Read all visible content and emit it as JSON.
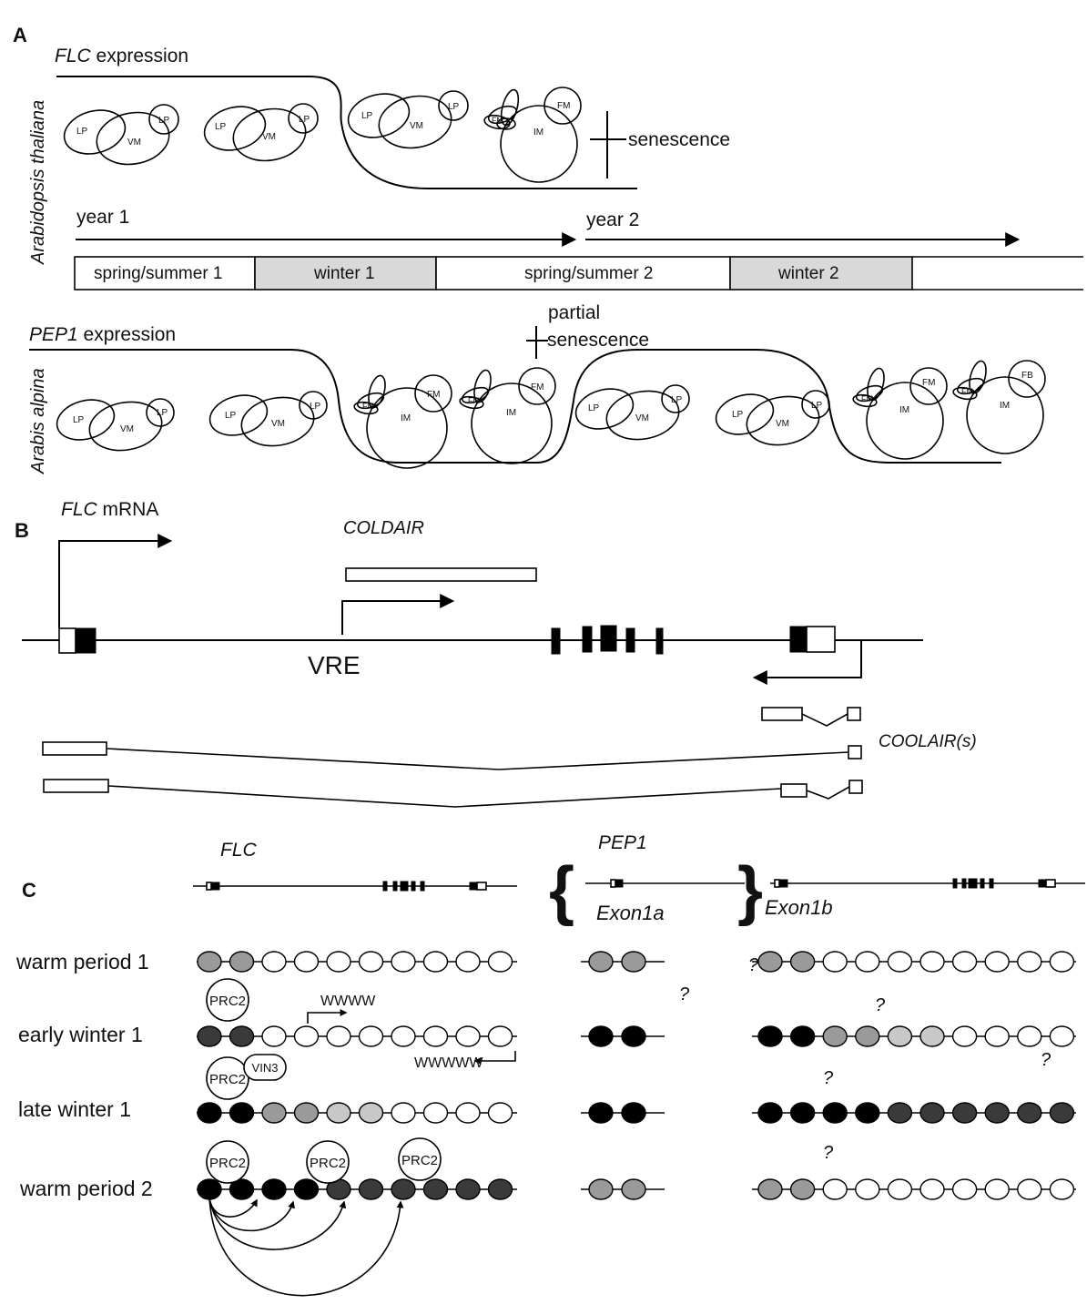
{
  "panels": {
    "a": "A",
    "b": "B",
    "c": "C"
  },
  "panel_a": {
    "arabidopsis": {
      "species": "Arabidopsis thaliana",
      "expr_gene": "FLC",
      "expr_suffix": " expression",
      "senescence": "senescence"
    },
    "timeline": {
      "year1": "year 1",
      "year2": "year 2",
      "seasons": [
        "spring/summer 1",
        "winter 1",
        "spring/summer 2",
        "winter 2"
      ]
    },
    "arabis": {
      "species": "Arabis alpina",
      "expr_gene": "PEP1",
      "expr_suffix": " expression",
      "partial": "partial",
      "senescence": "senescence"
    },
    "meristem_labels": {
      "lp": "LP",
      "vm": "VM",
      "im": "IM",
      "fm": "FM",
      "fb": "FB"
    }
  },
  "panel_b": {
    "flc_gene": "FLC",
    "mrna_suffix": " mRNA",
    "coldair": "COLDAIR",
    "vre": "VRE",
    "coolair": "COOLAIR(s)"
  },
  "panel_c": {
    "flc": "FLC",
    "pep1": "PEP1",
    "exon1a": "Exon1a",
    "exon1b": "Exon1b",
    "rows": [
      "warm period 1",
      "early winter 1",
      "late winter 1",
      "warm period 2"
    ],
    "prc2": "PRC2",
    "vin3": "VIN3",
    "question": "?",
    "wave": "WWWW",
    "wave2": "WWWWW",
    "nucleosome_states": {
      "flc": [
        [
          "grey",
          "grey",
          "white",
          "white",
          "white",
          "white",
          "white",
          "white",
          "white",
          "white"
        ],
        [
          "darkgrey",
          "darkgrey",
          "white",
          "white",
          "white",
          "white",
          "white",
          "white",
          "white",
          "white"
        ],
        [
          "black",
          "black",
          "grey",
          "grey",
          "lightgrey",
          "lightgrey",
          "white",
          "white",
          "white",
          "white"
        ],
        [
          "black",
          "black",
          "black",
          "black",
          "darkgrey",
          "darkgrey",
          "darkgrey",
          "darkgrey",
          "darkgrey",
          "darkgrey"
        ]
      ],
      "pep1a": [
        [
          "grey",
          "grey"
        ],
        [
          "black",
          "black"
        ],
        [
          "black",
          "black"
        ],
        [
          "grey",
          "grey"
        ]
      ],
      "pep1b": [
        [
          "grey",
          "grey",
          "white",
          "white",
          "white",
          "white",
          "white",
          "white",
          "white",
          "white"
        ],
        [
          "black",
          "black",
          "grey",
          "grey",
          "lightgrey",
          "lightgrey",
          "white",
          "white",
          "white",
          "white"
        ],
        [
          "black",
          "black",
          "black",
          "black",
          "darkgrey",
          "darkgrey",
          "darkgrey",
          "darkgrey",
          "darkgrey",
          "darkgrey"
        ],
        [
          "grey",
          "grey",
          "white",
          "white",
          "white",
          "white",
          "white",
          "white",
          "white",
          "white"
        ]
      ]
    },
    "colors": {
      "black": "#000000",
      "darkgrey": "#3a3a3a",
      "grey": "#9a9a9a",
      "lightgrey": "#c8c8c8",
      "white": "#ffffff"
    }
  }
}
